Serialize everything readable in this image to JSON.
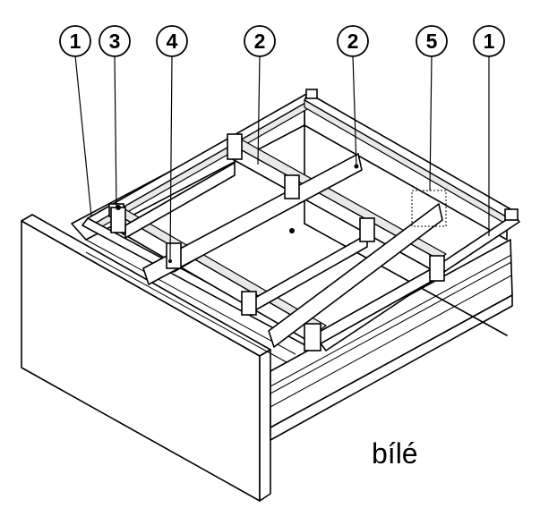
{
  "callouts": [
    {
      "id": "c1a",
      "label": "1"
    },
    {
      "id": "c3",
      "label": "3"
    },
    {
      "id": "c4",
      "label": "4"
    },
    {
      "id": "c2a",
      "label": "2"
    },
    {
      "id": "c2b",
      "label": "2"
    },
    {
      "id": "c5",
      "label": "5"
    },
    {
      "id": "c1b",
      "label": "1"
    }
  ],
  "caption": "bílé"
}
